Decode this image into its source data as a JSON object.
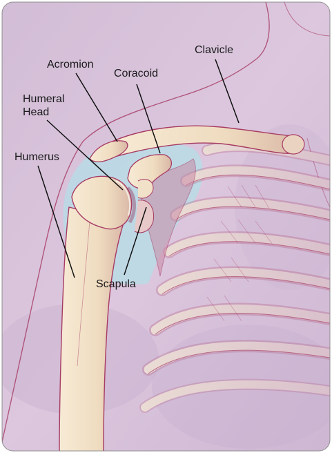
{
  "labels": {
    "acromion": "Acromion",
    "coracoid": "Coracoid",
    "clavicle": "Clavicle",
    "humeral_head": "Humeral\nHead",
    "humerus": "Humerus",
    "scapula": "Scapula"
  },
  "colors": {
    "background": "#d7c3da",
    "joint_space": "#b9dbe5",
    "bone": "#f1e1c9",
    "outline": "#a63a63",
    "leader_line": "#111111"
  }
}
